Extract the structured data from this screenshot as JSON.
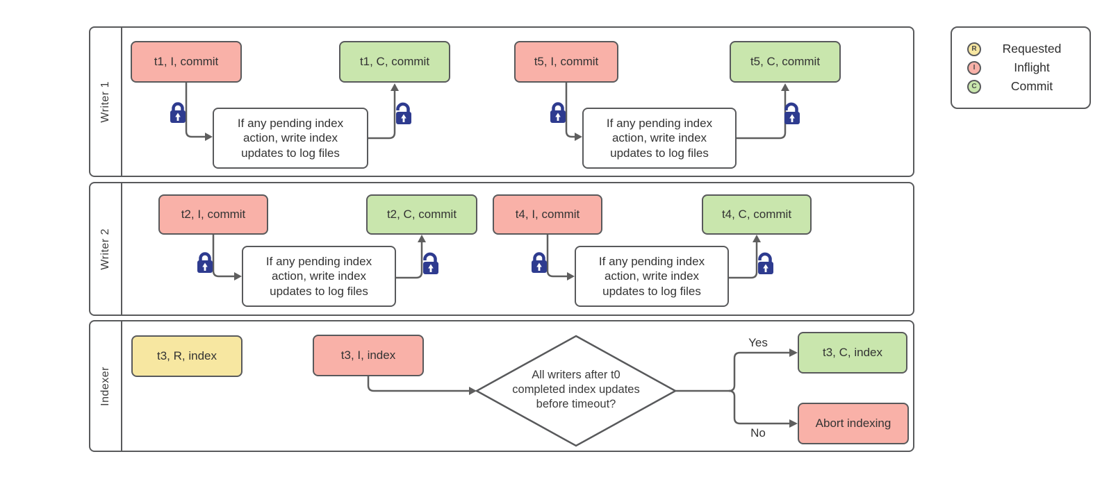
{
  "lanes": [
    {
      "label": "Writer 1"
    },
    {
      "label": "Writer 2"
    },
    {
      "label": "Indexer"
    }
  ],
  "legend": {
    "items": [
      {
        "letter": "R",
        "label": "Requested"
      },
      {
        "letter": "I",
        "label": "Inflight"
      },
      {
        "letter": "C",
        "label": "Commit"
      }
    ]
  },
  "nodes": {
    "t1_inflight": "t1, I, commit",
    "t1_commit": "t1, C, commit",
    "t5_inflight": "t5, I, commit",
    "t5_commit": "t5, C, commit",
    "t2_inflight": "t2, I, commit",
    "t2_commit": "t2, C, commit",
    "t4_inflight": "t4, I, commit",
    "t4_commit": "t4, C, commit",
    "t3_requested": "t3, R, index",
    "t3_inflight": "t3, I, index",
    "t3_commit": "t3, C, index",
    "abort": "Abort indexing",
    "process_note": "If any pending index action, write index updates to log files",
    "decision": "All writers after t0\ncompleted index updates\nbefore timeout?"
  },
  "branch_labels": {
    "yes": "Yes",
    "no": "No"
  },
  "colors": {
    "requested_fill": "#f7e7a1",
    "inflight_fill": "#f9b1a8",
    "commit_fill": "#c9e6ad",
    "node_border": "#58595b",
    "connector": "#5e5e5e",
    "lock": "#2e3b8f"
  }
}
